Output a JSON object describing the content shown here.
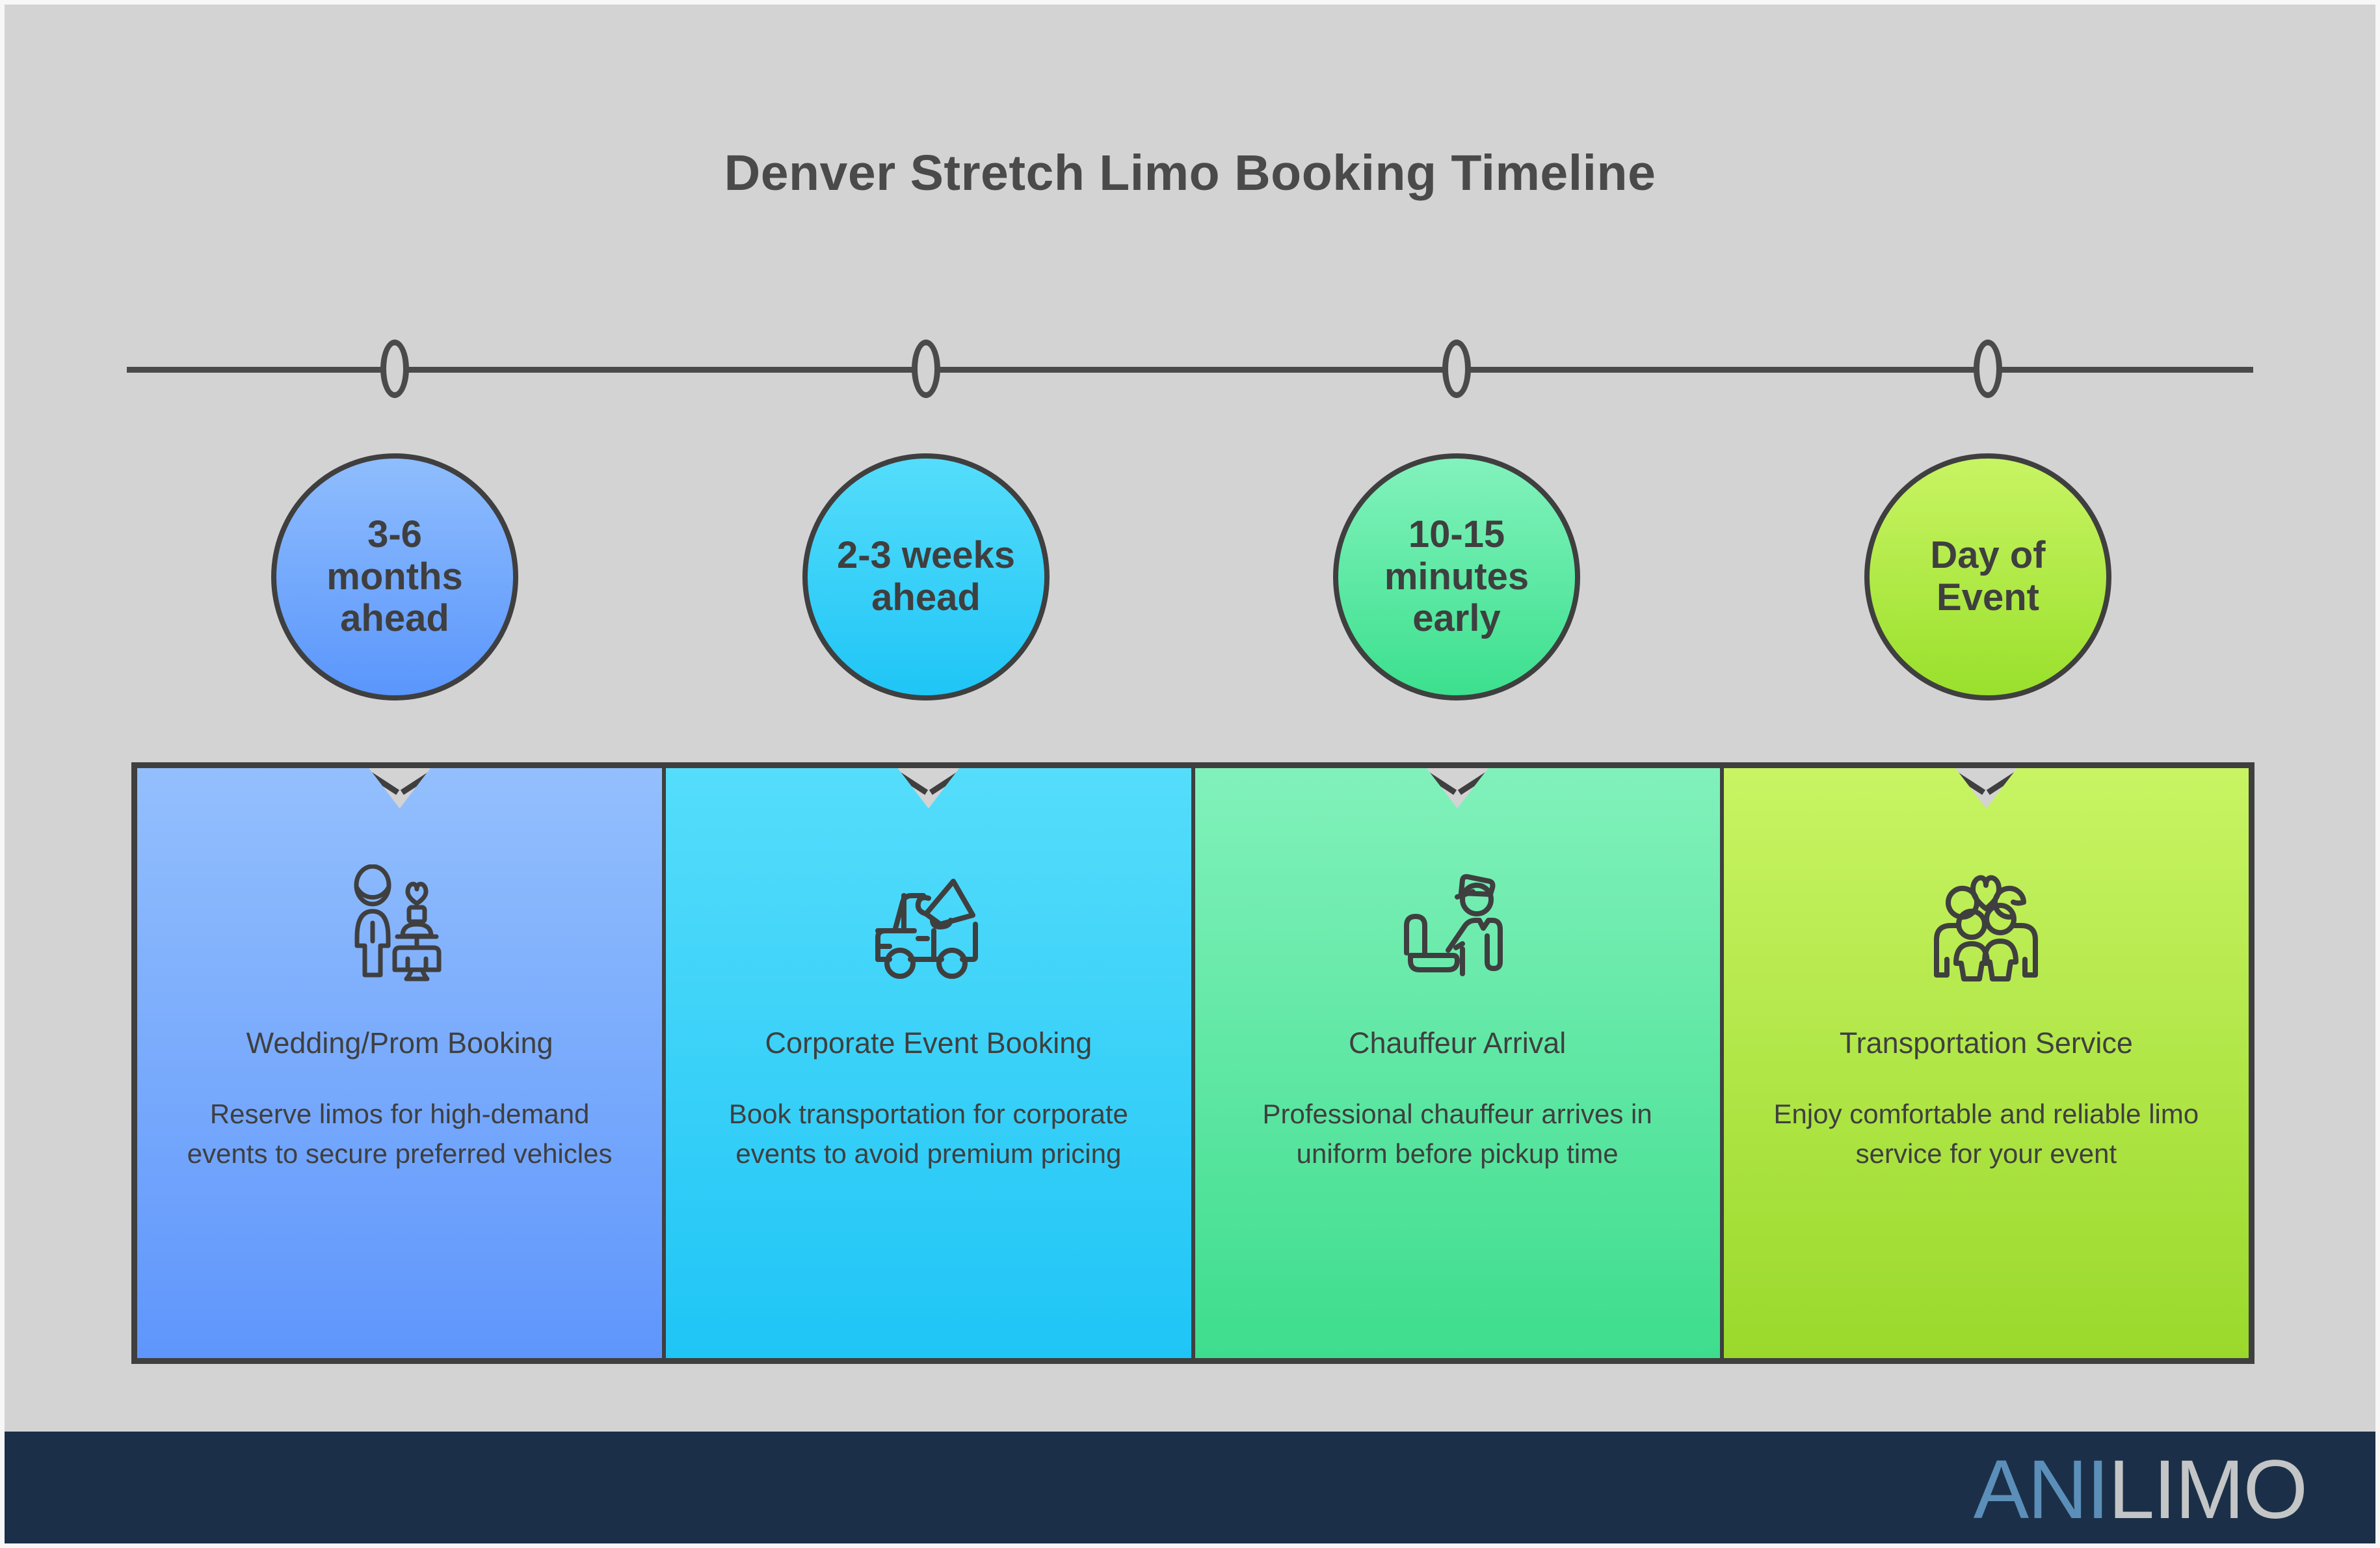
{
  "page": {
    "title": "Denver Stretch Limo Booking Timeline",
    "background_color": "#d3d3d3",
    "text_color": "#3f3f3f",
    "rail_color": "#4a4a4a"
  },
  "timeline": {
    "markers": [
      {
        "name": "marker-1"
      },
      {
        "name": "marker-2"
      },
      {
        "name": "marker-3"
      },
      {
        "name": "marker-4"
      }
    ]
  },
  "badges": [
    {
      "label": "3-6 months ahead",
      "color": "#5a96fc"
    },
    {
      "label": "2-3 weeks ahead",
      "color": "#1fc5f6"
    },
    {
      "label": "10-15 minutes early",
      "color": "#3ce08e"
    },
    {
      "label": "Day of Event",
      "color": "#9ae02c"
    }
  ],
  "panels": [
    {
      "icon": "wedding-couple-cake-icon",
      "title": "Wedding/Prom Booking",
      "description": "Reserve limos for high-demand events to secure preferred vehicles",
      "color": "#5f96fc"
    },
    {
      "icon": "van-megaphone-icon",
      "title": "Corporate Event Booking",
      "description": "Book transportation for corporate events to avoid premium pricing",
      "color": "#1fc5f6"
    },
    {
      "icon": "chauffeur-seat-icon",
      "title": "Chauffeur Arrival",
      "description": "Professional chauffeur arrives in uniform before pickup time",
      "color": "#3edd8d"
    },
    {
      "icon": "family-heart-icon",
      "title": "Transportation Service",
      "description": "Enjoy comfortable and reliable limo service for your event",
      "color": "#9ad92c"
    }
  ],
  "footer": {
    "background_color": "#1b3048",
    "logo_primary": "ANI",
    "logo_secondary": "LIMO",
    "logo_primary_color": "#5b8fb9",
    "logo_secondary_color": "#c4c5c6"
  }
}
